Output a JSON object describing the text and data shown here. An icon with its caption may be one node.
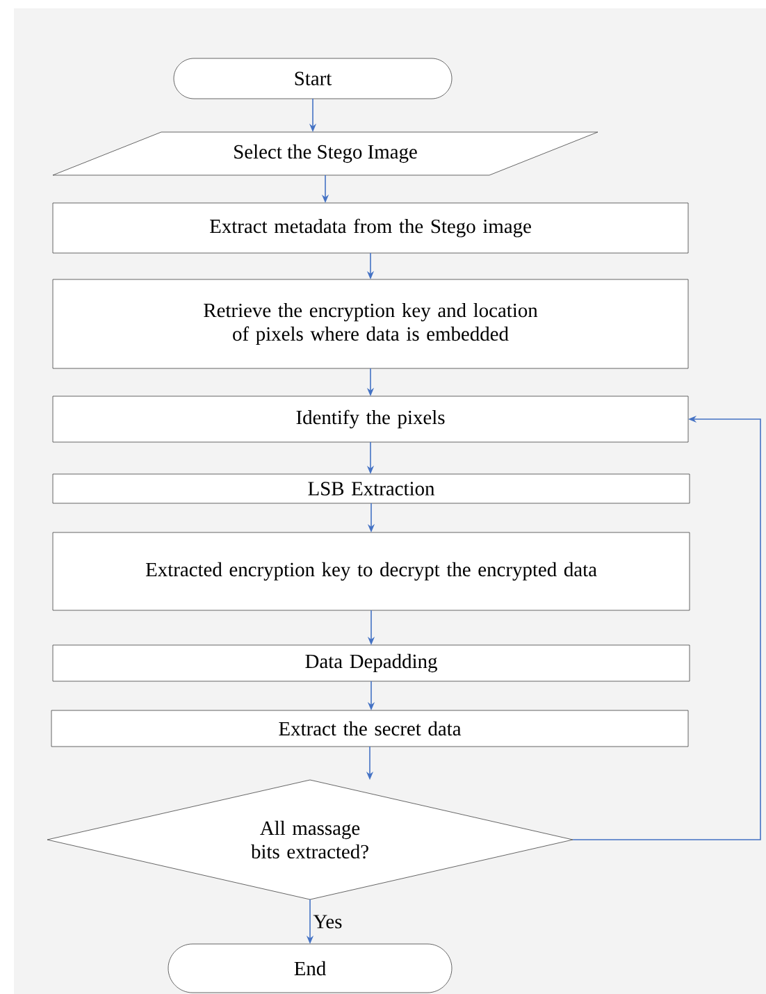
{
  "diagram": {
    "nodes": [
      {
        "text": [
          "Start"
        ]
      },
      {
        "text": [
          "Select the Stego Image"
        ]
      },
      {
        "text": [
          "Extract metadata from the Stego image"
        ]
      },
      {
        "text": [
          "Retrieve the encryption key and location of pixels where data is embedded"
        ]
      },
      {
        "text": [
          "Identify the pixels"
        ]
      },
      {
        "text": [
          "LSB Extraction"
        ]
      },
      {
        "text": [
          "Extracted encryption key to decrypt the encrypted data"
        ]
      },
      {
        "text": [
          "Data Depadding"
        ]
      },
      {
        "text": [
          "Extract the secret data"
        ]
      },
      {
        "text": [
          "All massage bits extracted?"
        ]
      },
      {
        "text": [
          "End"
        ]
      }
    ],
    "edges": [
      {
        "from": 0,
        "to": 1,
        "arrow": "to"
      },
      {
        "from": 1,
        "to": 2,
        "arrow": "to"
      },
      {
        "from": 2,
        "to": 3,
        "arrow": "to"
      },
      {
        "from": 3,
        "to": 4,
        "arrow": "to"
      },
      {
        "from": 4,
        "to": 5,
        "arrow": "to"
      },
      {
        "from": 5,
        "to": 6,
        "arrow": "to"
      },
      {
        "from": 6,
        "to": 7,
        "arrow": "to"
      },
      {
        "from": 7,
        "to": 8,
        "arrow": "to"
      },
      {
        "from": 8,
        "to": 9,
        "arrow": "to"
      },
      {
        "from": 9,
        "to": 10,
        "arrow": "to",
        "label": "Yes"
      },
      {
        "from": 9,
        "to": 4,
        "arrow": "to"
      }
    ]
  }
}
